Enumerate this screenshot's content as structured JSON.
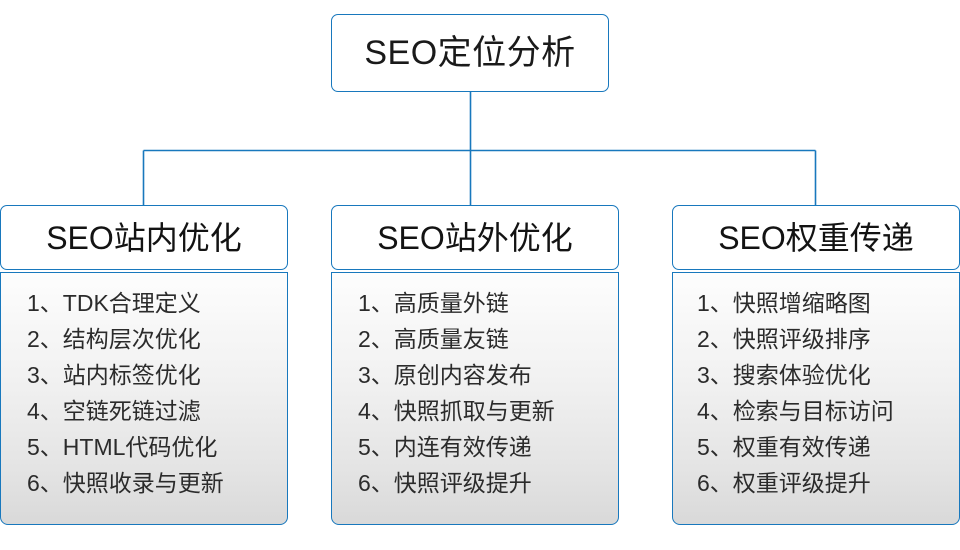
{
  "diagram": {
    "root": {
      "label": "SEO定位分析"
    },
    "branches": [
      {
        "header": "SEO站内优化",
        "items": [
          "1、TDK合理定义",
          "2、结构层次优化",
          "3、站内标签优化",
          "4、空链死链过滤",
          "5、HTML代码优化",
          "6、快照收录与更新"
        ]
      },
      {
        "header": "SEO站外优化",
        "items": [
          "1、高质量外链",
          "2、高质量友链",
          "3、原创内容发布",
          "4、快照抓取与更新",
          "5、内连有效传递",
          "6、快照评级提升"
        ]
      },
      {
        "header": "SEO权重传递",
        "items": [
          "1、快照增缩略图",
          "2、快照评级排序",
          "3、搜索体验优化",
          "4、检索与目标访问",
          "5、权重有效传递",
          "6、权重评级提升"
        ]
      }
    ],
    "colors": {
      "box_border": "#1878bd",
      "box_fill": "#ffffff",
      "panel_top": "#fdfdfd",
      "panel_bottom": "#d9d9d9",
      "text": "#1a1a1a",
      "connector": "#1878bd"
    }
  }
}
